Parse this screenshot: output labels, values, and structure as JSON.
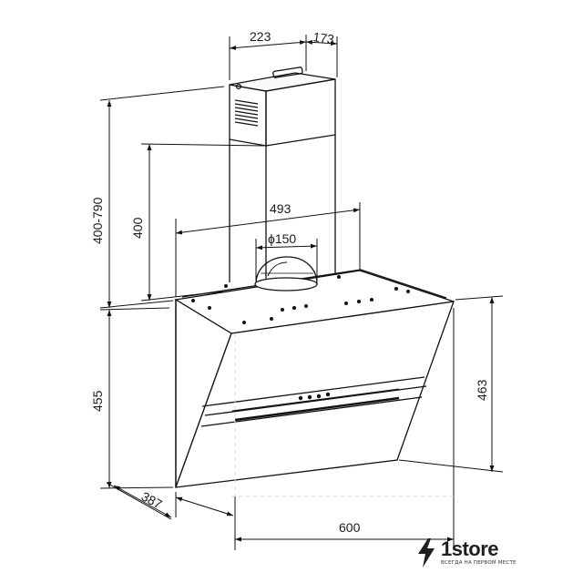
{
  "dimensions": {
    "chimney_width": "223",
    "chimney_depth": "173",
    "chimney_height_range": "400-790",
    "chimney_inner_height": "400",
    "inner_width": "493",
    "duct_diameter": "ϕ150",
    "hood_height": "455",
    "glass_height": "463",
    "hood_depth": "387",
    "hood_width": "600"
  },
  "brand": {
    "name": "1store",
    "tagline": "ВСЕГДА НА ПЕРВОМ МЕСТЕ",
    "color": "#1f1f1f"
  }
}
